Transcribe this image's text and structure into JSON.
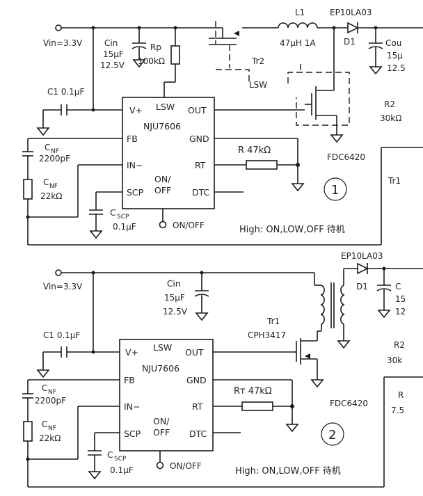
{
  "c1": {
    "vin": "Vin=3.3V",
    "cin": [
      "Cin",
      "15μF",
      "12.5V"
    ],
    "rp": [
      "Rp",
      "100kΩ"
    ],
    "l1": "L1",
    "l1_val": "47μH  1A",
    "diode_part": "EP10LA03",
    "d1": "D1",
    "cout": [
      "Cou",
      "15μ",
      "12.5"
    ],
    "tr2": "Tr2",
    "lsw": "LSW",
    "mosfet": "FDC6420",
    "r2": [
      "R2",
      "30kΩ"
    ],
    "tr1": "Tr1",
    "c1": "C1  0.1μF",
    "cnf": [
      "C",
      "NF",
      "2200pF"
    ],
    "rnf": [
      "C",
      "NF",
      "22kΩ"
    ],
    "csp": [
      "C",
      "SCP",
      "0.1μF"
    ],
    "r": "R    47kΩ",
    "onoff": "ON/OFF",
    "note": "High: ON,LOW,OFF 待机",
    "num": "1",
    "ic": {
      "vplus": "V+",
      "lsw": "LSW",
      "out": "OUT",
      "name": "NJU7606",
      "fb": "FB",
      "gnd": "GND",
      "in": "IN−",
      "rt": "RT",
      "scp": "SCP",
      "on": "ON/",
      "off": "OFF",
      "dtc": "DTC"
    }
  },
  "c2": {
    "vin": "Vin=3.3V",
    "cin": [
      "Cin",
      "15μF",
      "12.5V"
    ],
    "diode_part": "EP10LA03",
    "d1": "D1",
    "cout": [
      "C",
      "15",
      "12"
    ],
    "tr1": "Tr1",
    "cph": "CPH3417",
    "r2": [
      "R2",
      "30k"
    ],
    "rr": [
      "R",
      "7.5"
    ],
    "mosfet": "FDC6420",
    "c1": "C1  0.1μF",
    "cnf": [
      "C",
      "NF",
      "2200pF"
    ],
    "rnf": [
      "C",
      "NF",
      "22kΩ"
    ],
    "csp": [
      "C",
      "SCP",
      "0.1μF"
    ],
    "rt": "Rт  47kΩ",
    "onoff": "ON/OFF",
    "note": "High: ON,LOW,OFF 待机",
    "num": "2",
    "ic": {
      "vplus": "V+",
      "lsw": "LSW",
      "out": "OUT",
      "name": "NJU7606",
      "fb": "FB",
      "gnd": "GND",
      "in": "IN−",
      "rt": "RT",
      "scp": "SCP",
      "on": "ON/",
      "off": "OFF",
      "dtc": "DTC"
    }
  }
}
